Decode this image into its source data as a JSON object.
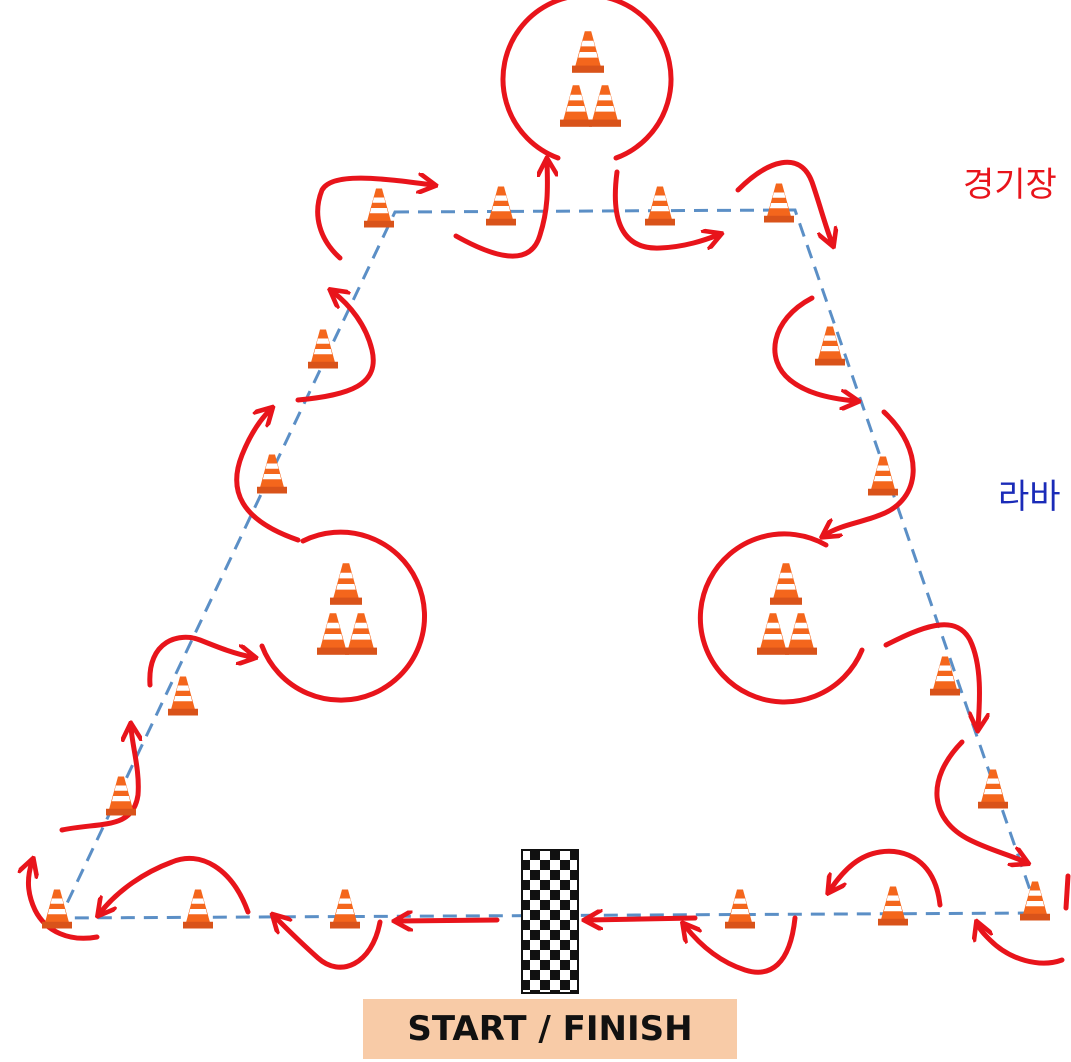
{
  "labels": {
    "top_right": "경기장",
    "mid_right": "라바",
    "start_finish": "START / FINISH"
  },
  "colors": {
    "route_arrow": "#e8141b",
    "track_dash": "#5b8fc6",
    "cone_orange": "#f4661c",
    "cone_stripe": "#ffffff",
    "start_box": "#f8cba7",
    "label_red": "#e8141b",
    "label_blue": "#1a2bb8",
    "flag_dark": "#111111"
  },
  "icons": {
    "cone": "traffic-cone-icon",
    "triple_cone": "cone-stack-icon",
    "flag": "checkered-flag-icon"
  }
}
